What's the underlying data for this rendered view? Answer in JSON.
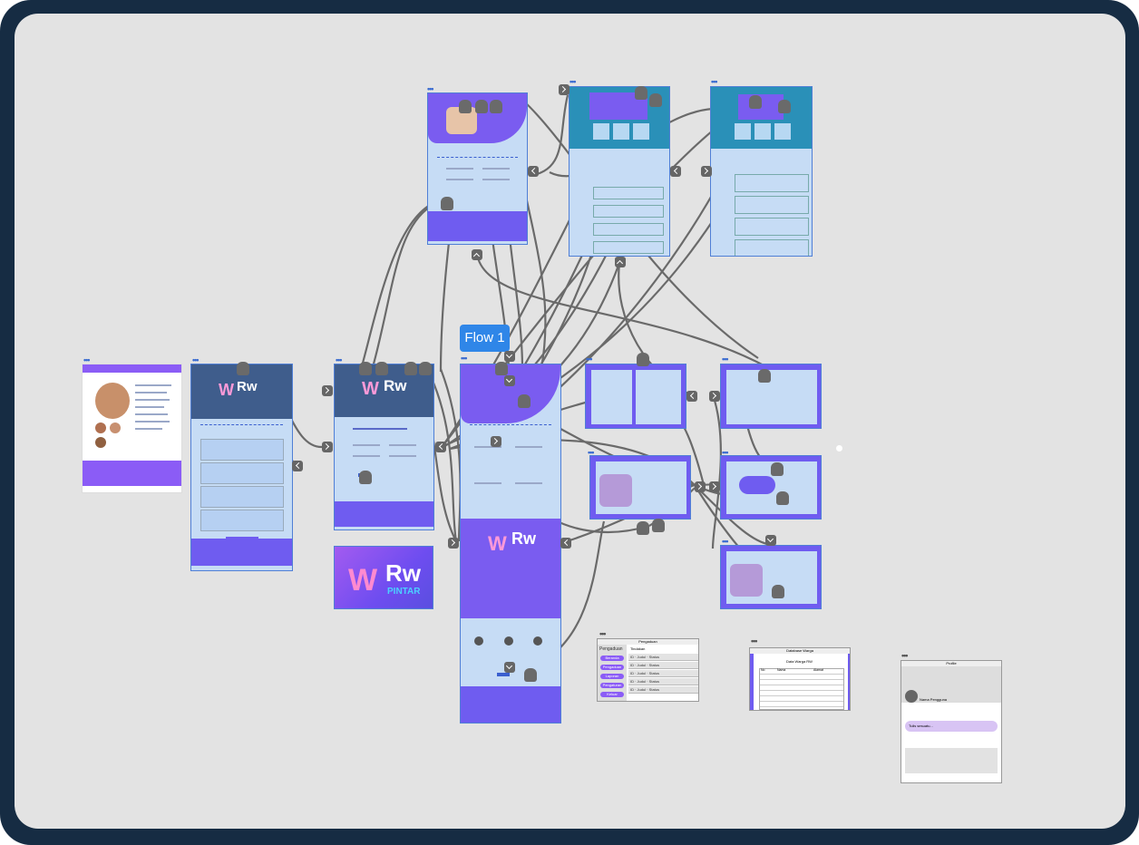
{
  "flow": {
    "label": "Flow 1"
  },
  "logo": {
    "mark": "W",
    "brand": "Rw",
    "sub": "PINTAR"
  },
  "wire_admin": {
    "title": "Pengaduan",
    "header": "Pengaduan",
    "col": "Tindakan",
    "side_items": [
      "Beranda",
      "Pengaduan",
      "Laporan",
      "Pengaturan",
      "Keluar"
    ],
    "rows": [
      "ID · Judul · Status",
      "ID · Judul · Status",
      "ID · Judul · Status",
      "ID · Judul · Status",
      "ID · Judul · Status"
    ]
  },
  "wire_table": {
    "title": "Database Warga",
    "heading": "Data Warga RW",
    "cols": [
      "No",
      "Nama",
      "Alamat"
    ]
  },
  "wire_profile": {
    "title": "Profile",
    "name": "Nama Pengguna",
    "post_placeholder": "Tulis sesuatu..."
  },
  "colors": {
    "frame": "#162c43",
    "canvas": "#e3e3e3",
    "screen": "#c6dcf5",
    "brand": "#6f5cf0",
    "connector": "#666666",
    "flow": "#2f86e8"
  }
}
